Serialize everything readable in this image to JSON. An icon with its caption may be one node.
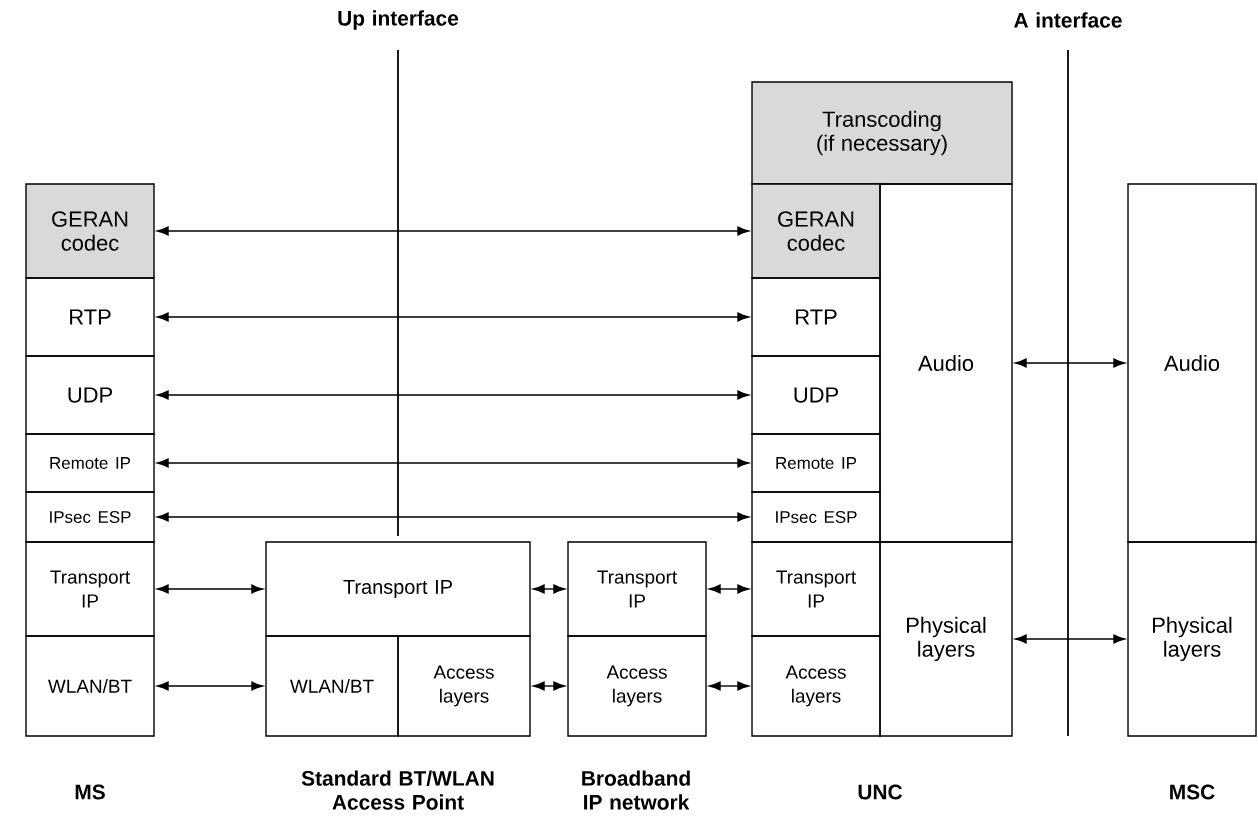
{
  "diagram": {
    "nodes": [
      {
        "text": [
          "GERAN codec"
        ]
      },
      {
        "text": [
          "RTP"
        ]
      },
      {
        "text": [
          "UDP"
        ]
      },
      {
        "text": [
          "Remote IP"
        ]
      },
      {
        "text": [
          "IPsec ESP"
        ]
      },
      {
        "text": [
          "Transport IP"
        ]
      },
      {
        "text": [
          "WLAN/BT"
        ]
      },
      {
        "text": [
          "Transport IP"
        ]
      },
      {
        "text": [
          "WLAN/BT"
        ]
      },
      {
        "text": [
          "Access layers"
        ]
      },
      {
        "text": [
          "Transport IP"
        ]
      },
      {
        "text": [
          "Access layers"
        ]
      },
      {
        "text": [
          "Transcoding (if necessary)"
        ]
      },
      {
        "text": [
          "GERAN codec"
        ]
      },
      {
        "text": [
          "RTP"
        ]
      },
      {
        "text": [
          "UDP"
        ]
      },
      {
        "text": [
          "Remote IP"
        ]
      },
      {
        "text": [
          "IPsec ESP"
        ]
      },
      {
        "text": [
          "Transport IP"
        ]
      },
      {
        "text": [
          "Access layers"
        ]
      },
      {
        "text": [
          "Audio"
        ]
      },
      {
        "text": [
          "Physical layers"
        ]
      },
      {
        "text": [
          "Audio"
        ]
      },
      {
        "text": [
          "Physical layers"
        ]
      }
    ],
    "edges": [
      {
        "from": 0,
        "to": 13,
        "arrow": "both"
      },
      {
        "from": 1,
        "to": 14,
        "arrow": "both"
      },
      {
        "from": 2,
        "to": 15,
        "arrow": "both"
      },
      {
        "from": 3,
        "to": 16,
        "arrow": "both"
      },
      {
        "from": 4,
        "to": 17,
        "arrow": "both"
      },
      {
        "from": 5,
        "to": 7,
        "arrow": "both"
      },
      {
        "from": 6,
        "to": 8,
        "arrow": "both"
      },
      {
        "from": 7,
        "to": 10,
        "arrow": "both"
      },
      {
        "from": 9,
        "to": 11,
        "arrow": "both"
      },
      {
        "from": 10,
        "to": 18,
        "arrow": "both"
      },
      {
        "from": 11,
        "to": 19,
        "arrow": "both"
      },
      {
        "from": 20,
        "to": 22,
        "arrow": "both"
      },
      {
        "from": 21,
        "to": 23,
        "arrow": "both"
      }
    ],
    "labels": [
      "Up interface",
      "A interface",
      "MS",
      "Standard BT/WLAN Access Point",
      "Broadband IP network",
      "UNC",
      "MSC"
    ]
  }
}
